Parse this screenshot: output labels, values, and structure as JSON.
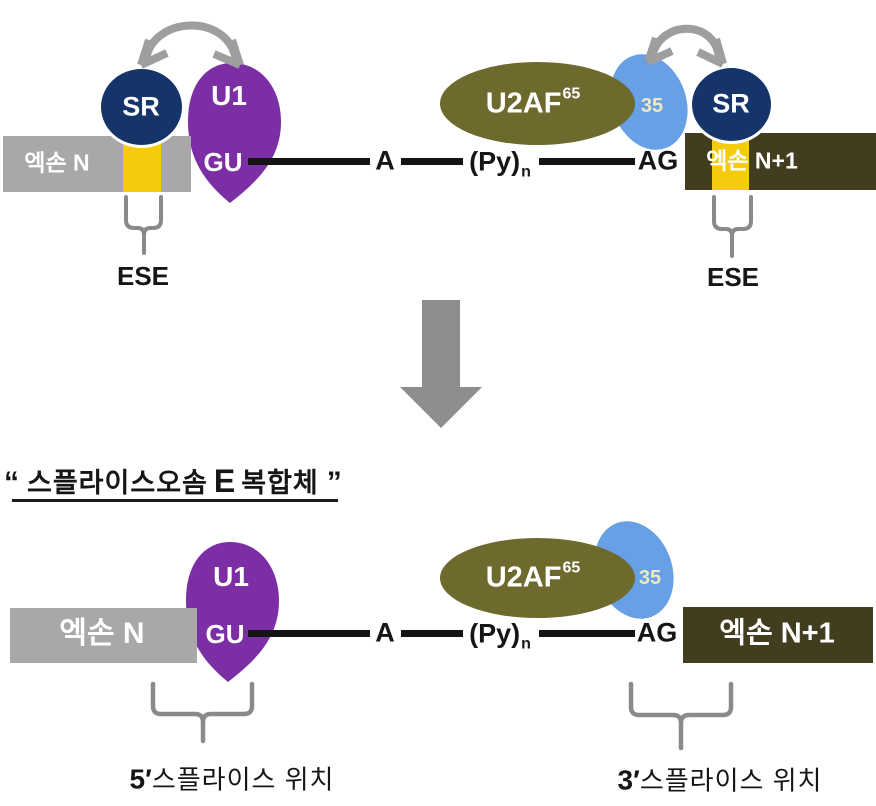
{
  "colors": {
    "exon_gray": "#a8a8a8",
    "exon_dark_olive": "#433d20",
    "ese_yellow": "#f5cb0d",
    "sr_navy": "#15356a",
    "u1_purple": "#7c2fa4",
    "u2af_olive": "#6e692d",
    "u2af35_blue": "#68a0e5",
    "rna_line_black": "#141414",
    "big_arrow_gray": "#8d8d8d",
    "curved_arrow_gray": "#9e9e9e",
    "bracket_gray": "#8a8a8a",
    "text_35_cream": "#efe9c3",
    "text_black": "#161616"
  },
  "top_diagram": {
    "exon_n": "엑손 N",
    "exon_n_plus_1": "엑손 N+1",
    "sr_left": "SR",
    "sr_right": "SR",
    "u1": "U1",
    "gu": "GU",
    "branch_point_a": "A",
    "py": "(Py)",
    "py_sub": "n",
    "ag": "AG",
    "u2af": "U2AF",
    "u2af_sup": "65",
    "u2af35": "35",
    "ese_left": "ESE",
    "ese_right": "ESE"
  },
  "title": {
    "open_quote": "“",
    "part1": "스플라이스오솜",
    "bold_e": "E",
    "part2": "복합체",
    "close_quote": "”"
  },
  "bottom_diagram": {
    "exon_n": "엑손 N",
    "exon_n_plus_1": "엑손 N+1",
    "u1": "U1",
    "gu": "GU",
    "branch_point_a": "A",
    "py": "(Py)",
    "py_sub": "n",
    "ag": "AG",
    "u2af": "U2AF",
    "u2af_sup": "65",
    "u2af35": "35",
    "label_5prime_num": "5′",
    "label_5prime_text": "스플라이스 위치",
    "label_3prime_num": "3′",
    "label_3prime_text": "스플라이스 위치"
  }
}
